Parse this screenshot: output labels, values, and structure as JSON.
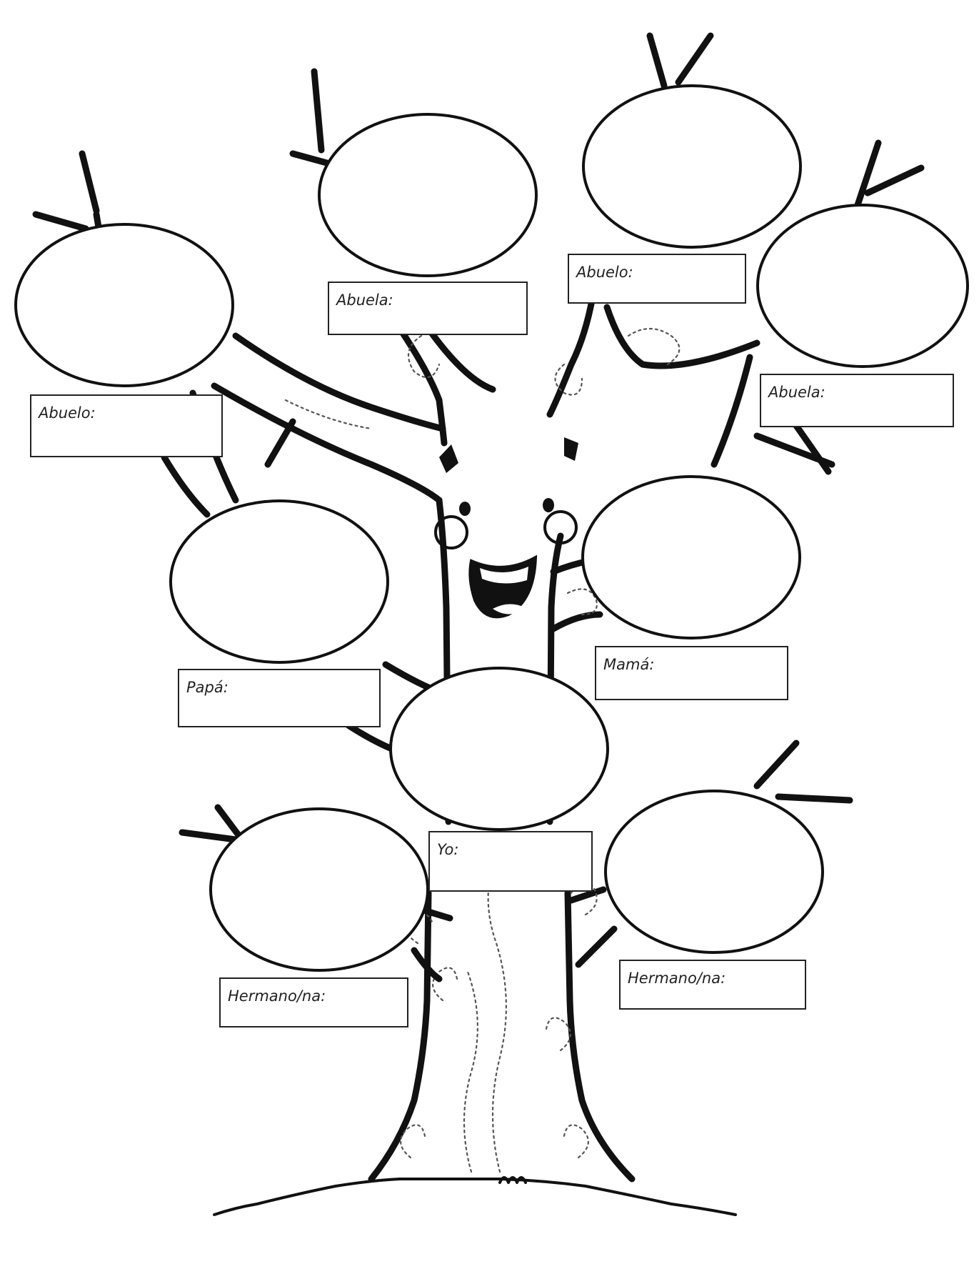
{
  "family_tree": {
    "labels": {
      "paternal_grandfather": "Abuelo:",
      "paternal_grandmother": "Abuela:",
      "maternal_grandfather": "Abuelo:",
      "maternal_grandmother": "Abuela:",
      "father": "Papá:",
      "mother": "Mamá:",
      "self": "Yo:",
      "sibling_left": "Hermano/na:",
      "sibling_right": "Hermano/na:"
    },
    "decorations": {
      "tree_face": "smiling-tree-face",
      "grass": "grass-mound"
    },
    "colors": {
      "ink": "#111111",
      "paper": "#ffffff"
    }
  }
}
